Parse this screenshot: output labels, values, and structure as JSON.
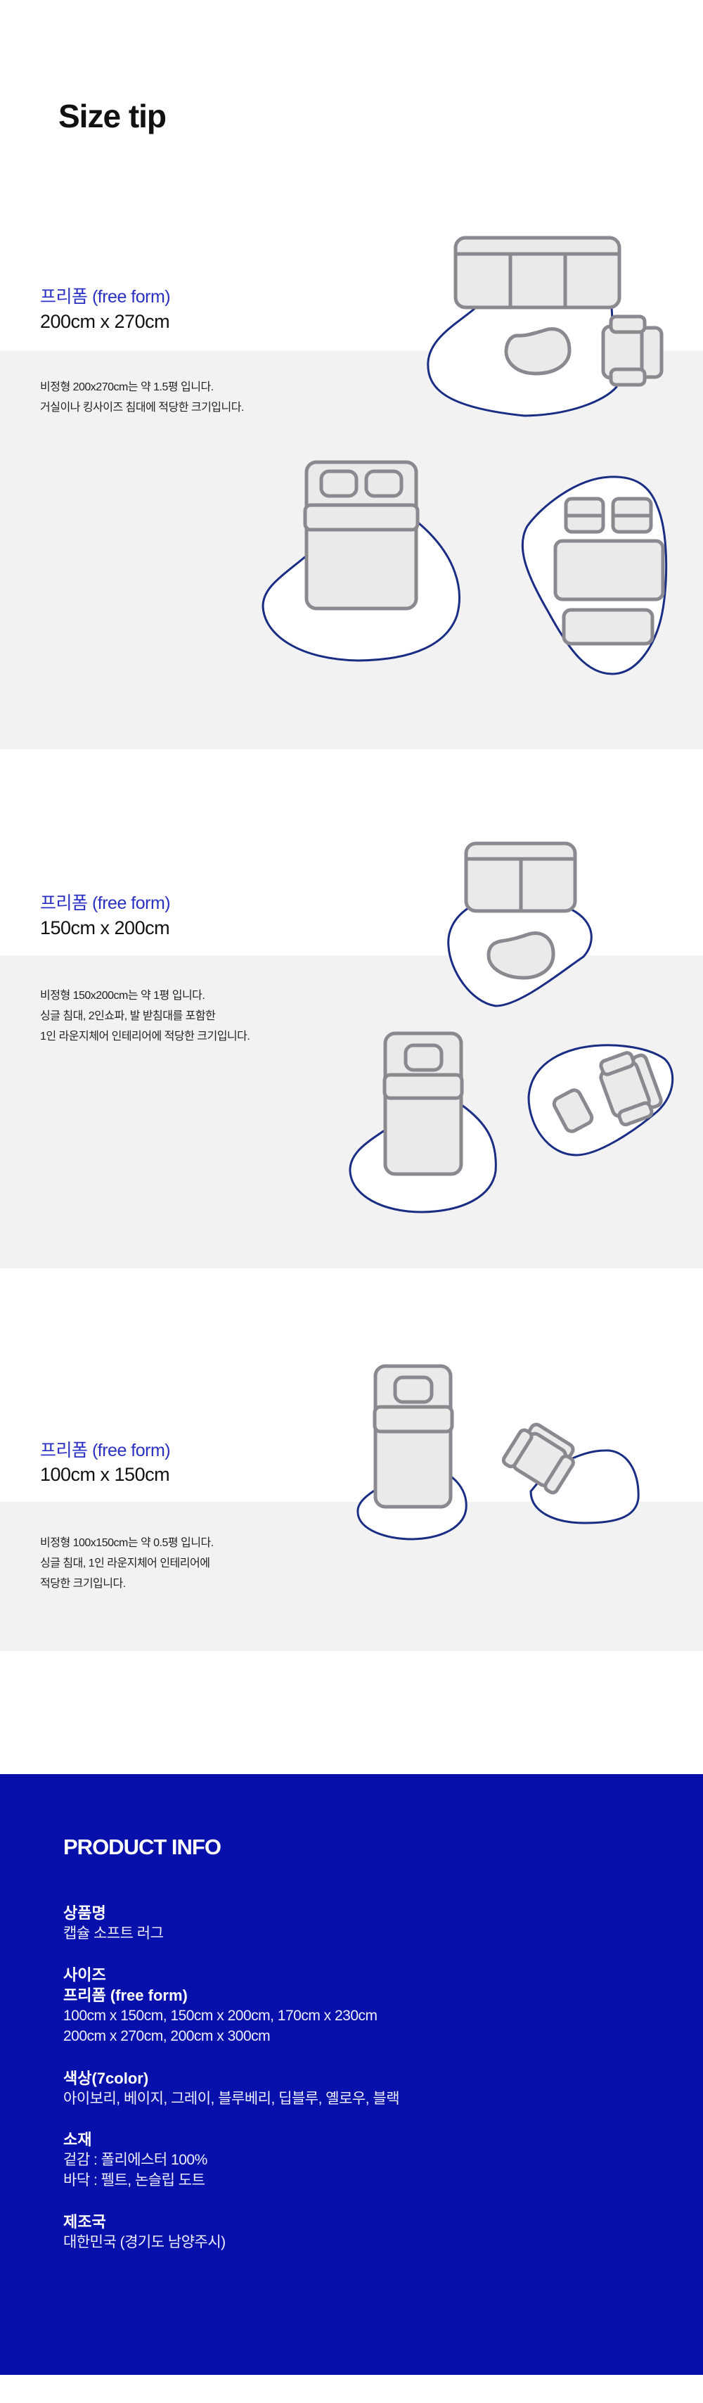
{
  "page_title": "Size tip",
  "sections": [
    {
      "label": "프리폼 (free form)",
      "size": "200cm x 270cm",
      "desc": [
        "비정형 200x270cm는 약 1.5평 입니다.",
        "거실이나 킹사이즈 침대에 적당한 크기입니다."
      ]
    },
    {
      "label": "프리폼 (free form)",
      "size": "150cm x 200cm",
      "desc": [
        "비정형 150x200cm는 약 1평 입니다.",
        "싱글 침대, 2인쇼파, 발 받침대를 포함한",
        "1인 라운지체어 인테리어에 적당한 크기입니다."
      ]
    },
    {
      "label": "프리폼 (free form)",
      "size": "100cm x 150cm",
      "desc": [
        "비정형 100x150cm는 약 0.5평 입니다.",
        "싱글 침대, 1인 라운지체어 인테리어에",
        "적당한 크기입니다."
      ]
    }
  ],
  "product_info": {
    "title": "PRODUCT INFO",
    "items": [
      {
        "heading": "상품명",
        "lines": [
          "캡슐 소프트 러그"
        ]
      },
      {
        "heading": "사이즈",
        "subheading": "프리폼 (free form)",
        "lines": [
          "100cm x 150cm, 150cm x 200cm, 170cm x 230cm",
          "200cm x 270cm, 200cm x 300cm"
        ]
      },
      {
        "heading": "색상(7color)",
        "lines": [
          "아이보리, 베이지, 그레이, 블루베리, 딥블루, 옐로우, 블랙"
        ]
      },
      {
        "heading": "소재",
        "lines": [
          "겉감 : 폴리에스터 100%",
          "바닥 : 펠트, 논슬립 도트"
        ]
      },
      {
        "heading": "제조국",
        "lines": [
          "대한민국 (경기도 남양주시)"
        ]
      }
    ]
  },
  "colors": {
    "accent": "#2b30c4",
    "info_bg": "#0710ab",
    "rug_outline": "#1a2d85",
    "band": "#f2f2f2"
  }
}
